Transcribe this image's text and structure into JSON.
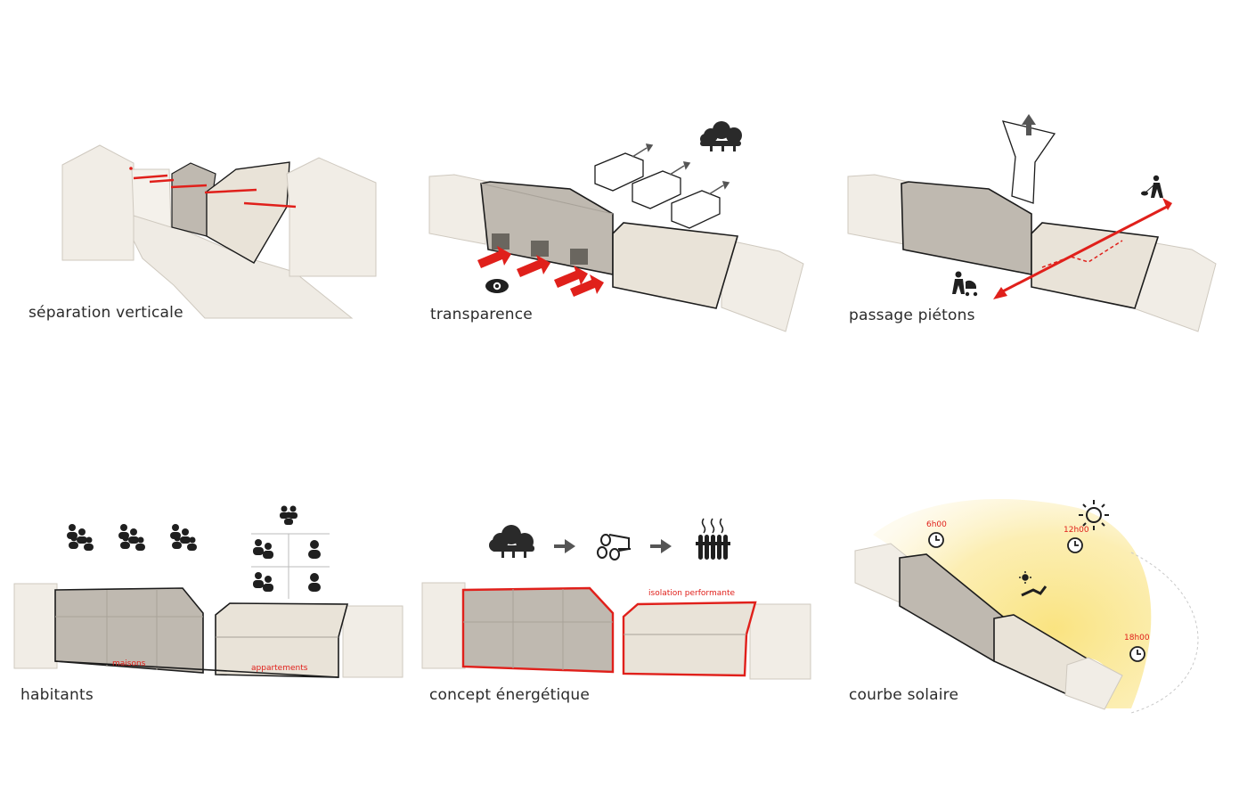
{
  "panels": [
    {
      "id": "separation",
      "caption": "séparation verticale"
    },
    {
      "id": "transparence",
      "caption": "transparence"
    },
    {
      "id": "passage",
      "caption": "passage piétons"
    },
    {
      "id": "habitants",
      "caption": "habitants",
      "labels": {
        "maisons": "maisons",
        "appartements": "appartements"
      }
    },
    {
      "id": "energie",
      "caption": "concept énergétique",
      "labels": {
        "isolation": "isolation performante"
      }
    },
    {
      "id": "solaire",
      "caption": "courbe solaire",
      "times": [
        "6h00",
        "12h00",
        "18h00"
      ]
    }
  ],
  "colors": {
    "wall_light": "#f1ede6",
    "wall_mid": "#e9e3d8",
    "block_dark": "#bfb9b0",
    "outline": "#1c1c1c",
    "accent_red": "#e0201b",
    "sun_yellow": "#f9e27a",
    "icon_dark": "#1f1f1f"
  }
}
